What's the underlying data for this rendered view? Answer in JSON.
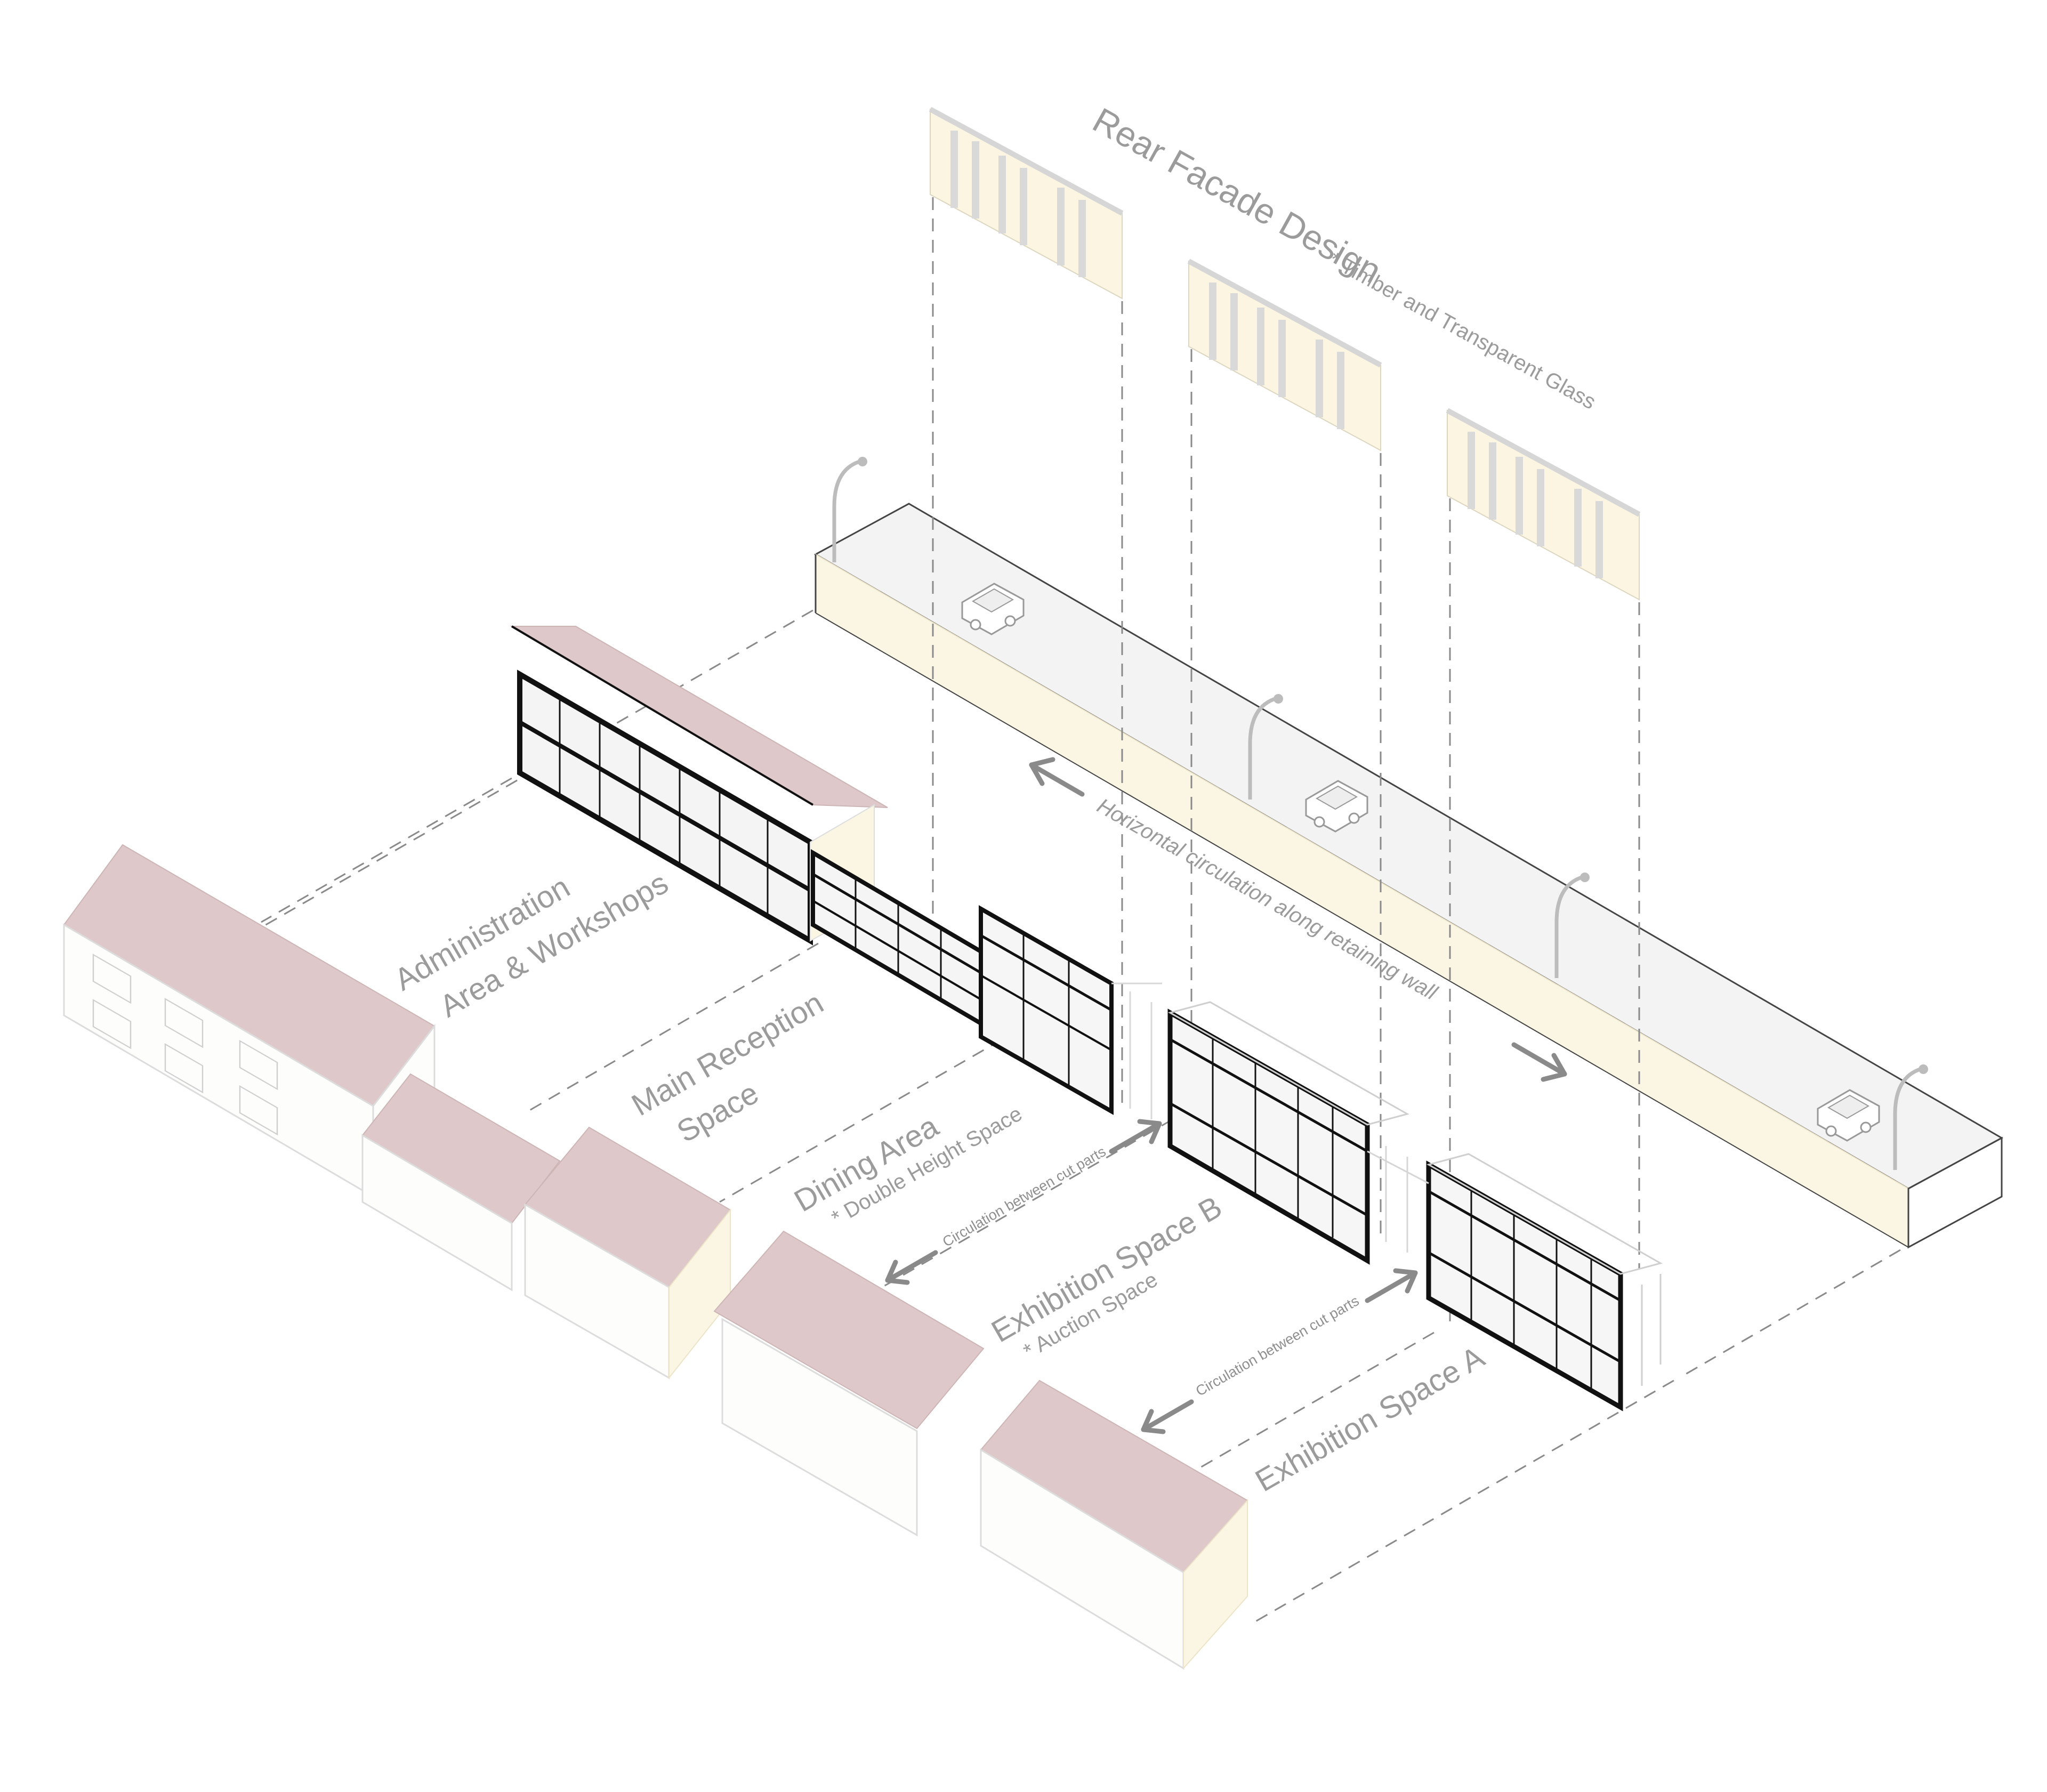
{
  "title": {
    "main": "Rear Facade Design",
    "note": "* Timber and Transparent Glass"
  },
  "circulation": {
    "horizontal": "Horizontal circulation along retaining wall",
    "between_cut_parts_1": "Circulation between cut parts",
    "between_cut_parts_2": "Circulation between cut parts"
  },
  "zones": {
    "administration_line1": "Administration",
    "administration_line2": "Area & Workshops",
    "reception_line1": "Main Reception",
    "reception_line2": "Space",
    "dining": "Dining Area",
    "dining_note": "* Double Height Space",
    "exhibition_b": "Exhibition Space B",
    "exhibition_b_note": "* Auction Space",
    "exhibition_a": "Exhibition Space A"
  },
  "colors": {
    "roof": "#dfc8c9",
    "retaining_wall": "#fbf6e3",
    "label_grey": "#9b9b9b",
    "structure_black": "#111111"
  }
}
